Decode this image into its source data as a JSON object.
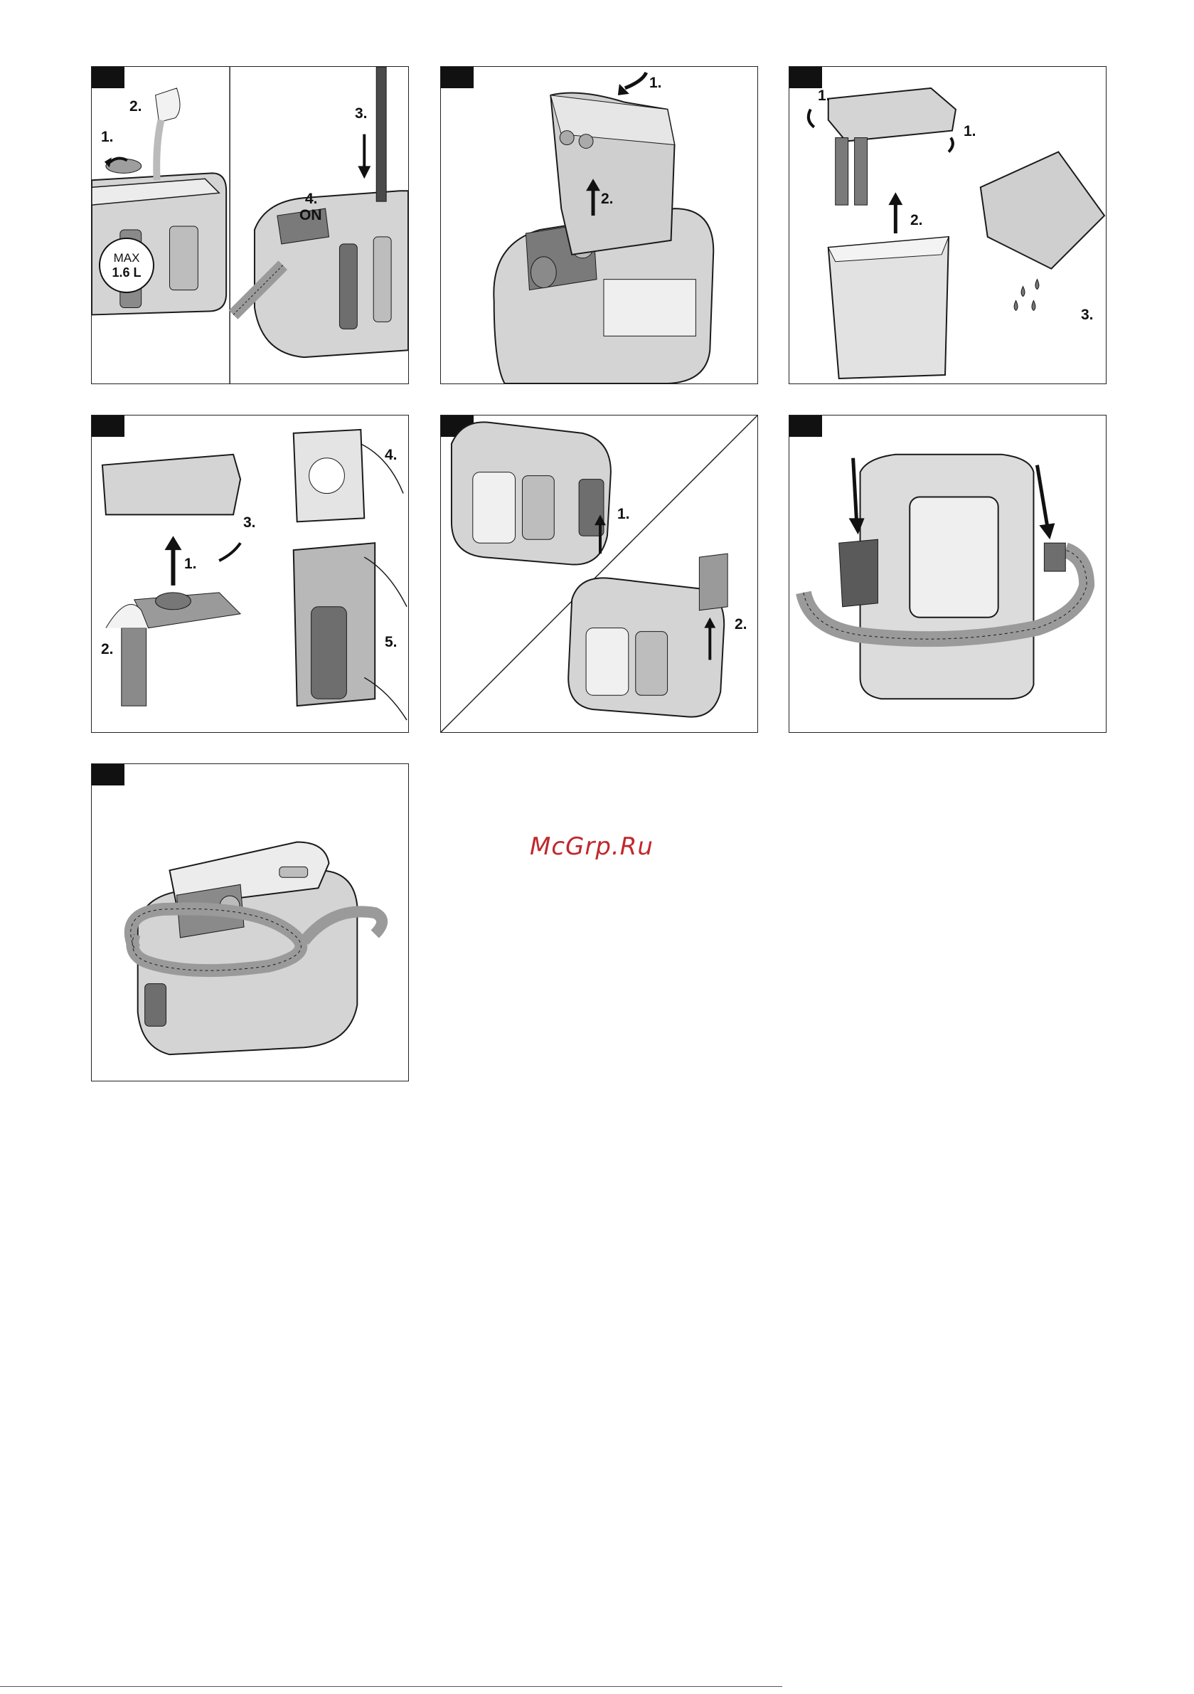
{
  "watermark": "McGrp.Ru",
  "panel1": {
    "step1": "1.",
    "step2": "2.",
    "step3": "3.",
    "step4": "4.",
    "on": "ON",
    "max_top": "MAX",
    "max_bottom": "1.6 L"
  },
  "panel2": {
    "step1": "1.",
    "step2": "2."
  },
  "panel3": {
    "step1a": "1.",
    "step1b": "1.",
    "step2": "2.",
    "step3": "3."
  },
  "panel4": {
    "step1": "1.",
    "step2": "2.",
    "step3": "3.",
    "step4": "4.",
    "step5": "5."
  },
  "panel5": {
    "step1": "1.",
    "step2": "2."
  },
  "colors": {
    "device_fill": "#d4d4d4",
    "device_dark": "#6e6e6e",
    "outline": "#1a1a1a",
    "watermark": "#c0282d"
  }
}
